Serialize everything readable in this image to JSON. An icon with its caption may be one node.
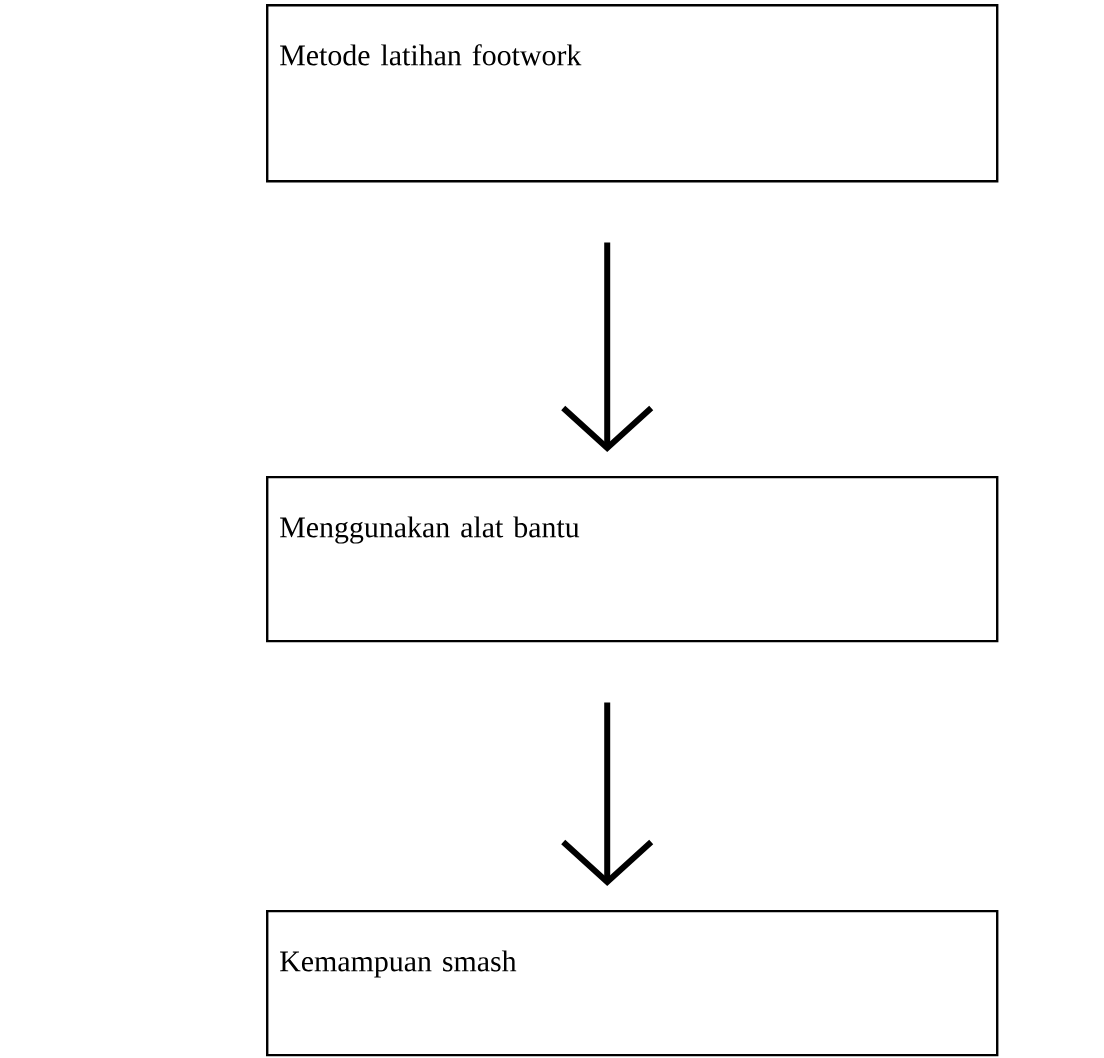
{
  "diagram": {
    "nodes": [
      {
        "text": [
          "Metode latihan footwork"
        ]
      },
      {
        "text": [
          "Menggunakan alat bantu"
        ]
      },
      {
        "text": [
          "Kemampuan smash"
        ]
      }
    ],
    "edges": [
      {
        "from": 0,
        "to": 1,
        "arrow": "to"
      },
      {
        "from": 1,
        "to": 2,
        "arrow": "to"
      }
    ]
  }
}
